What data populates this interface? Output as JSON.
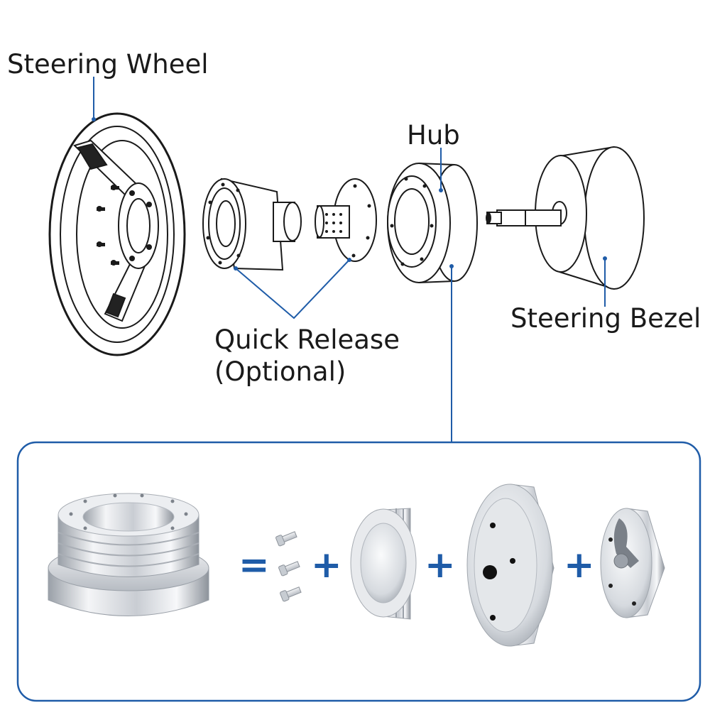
{
  "labels": {
    "steering_wheel": "Steering Wheel",
    "hub": "Hub",
    "quick_release_line1": "Quick Release",
    "quick_release_line2": "(Optional)",
    "steering_bezel": "Steering Bezel"
  },
  "operators": {
    "equals": "=",
    "plus_1": "+",
    "plus_2": "+",
    "plus_3": "+"
  },
  "colors": {
    "leader_line": "#1f5ca8",
    "panel_border": "#1f5ca8",
    "line_art": "#1a1a1a",
    "metal_light": "#eef0f3",
    "metal_mid": "#c3c8cf",
    "metal_dark": "#8a9098"
  },
  "parts": {
    "exploded": [
      "steering-wheel",
      "quick-release-adapter",
      "quick-release-plate",
      "hub",
      "steering-bezel"
    ],
    "kit": [
      "assembled-hub",
      "bolts",
      "spacer-ring",
      "base-ring",
      "adapter-plate"
    ]
  }
}
